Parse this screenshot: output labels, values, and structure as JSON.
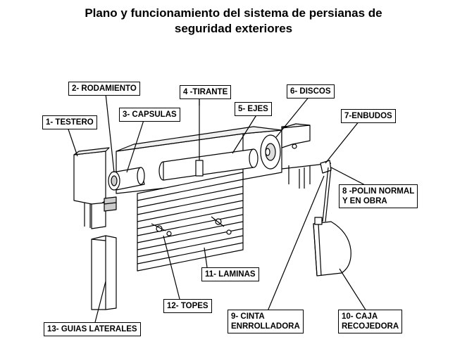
{
  "title": {
    "line1": "Plano y funcionamiento del sistema de persianas de",
    "line2": "seguridad exteriores"
  },
  "labels": {
    "testero": "1- TESTERO",
    "rodamiento": "2- RODAMIENTO",
    "capsulas": "3- CAPSULAS",
    "tirante": "4 -TIRANTE",
    "ejes": "5- EJES",
    "discos": "6- DISCOS",
    "enbudos": "7-ENBUDOS",
    "polin_line1": "8 -POLIN NORMAL",
    "polin_line2": "Y EN OBRA",
    "cinta_line1": "9- CINTA",
    "cinta_line2": "ENRROLLADORA",
    "caja_line1": "10- CAJA",
    "caja_line2": "RECOJEDORA",
    "laminas": "11- LAMINAS",
    "topes": "12- TOPES",
    "guias": "13- GUIAS LATERALES"
  },
  "colors": {
    "line": "#000000",
    "fill": "#ffffff",
    "shade": "#d9d9d9"
  }
}
